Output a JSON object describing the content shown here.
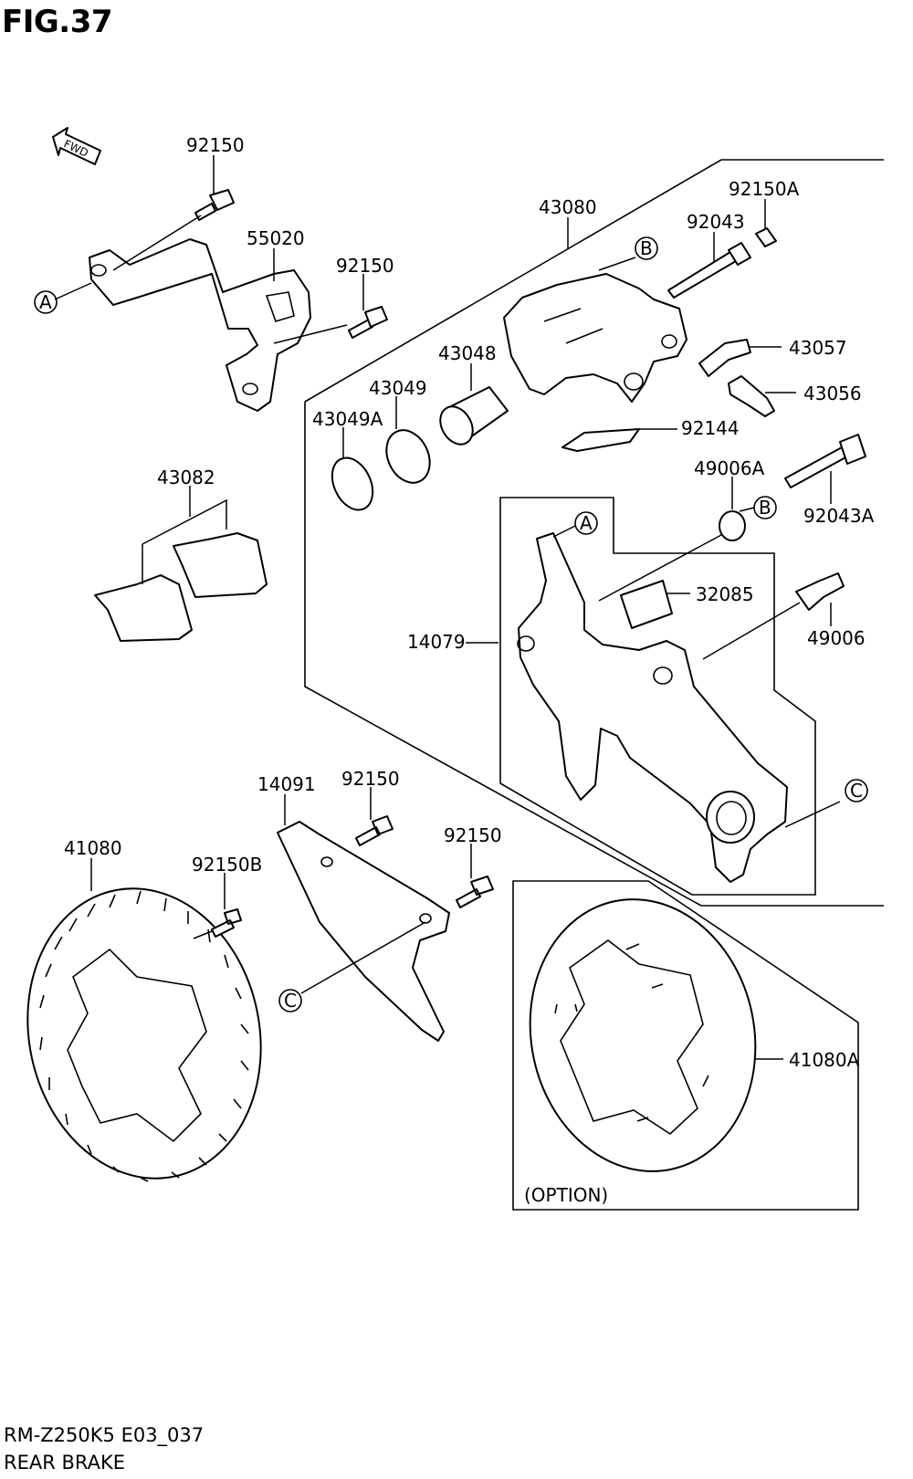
{
  "figure": {
    "title": "FIG.37",
    "model_code": "RM-Z250K5 E03_037",
    "section_name": "REAR BRAKE",
    "direction_label": "FWD"
  },
  "callout_refs": {
    "a": "A",
    "b": "B",
    "c": "C"
  },
  "parts": {
    "p92150_top": "92150",
    "p55020": "55020",
    "p92150_mid": "92150",
    "p43080": "43080",
    "p92150A": "92150A",
    "p92043": "92043",
    "p43057": "43057",
    "p43056": "43056",
    "p43048": "43048",
    "p43049": "43049",
    "p43049A": "43049A",
    "p92144": "92144",
    "p49006A": "49006A",
    "p92043A": "92043A",
    "p43082": "43082",
    "p32085": "32085",
    "p14079": "14079",
    "p49006": "49006",
    "p14091": "14091",
    "p92150_s1": "92150",
    "p92150_s2": "92150",
    "p41080": "41080",
    "p92150B": "92150B",
    "p41080A": "41080A"
  },
  "option_label": "(OPTION)"
}
